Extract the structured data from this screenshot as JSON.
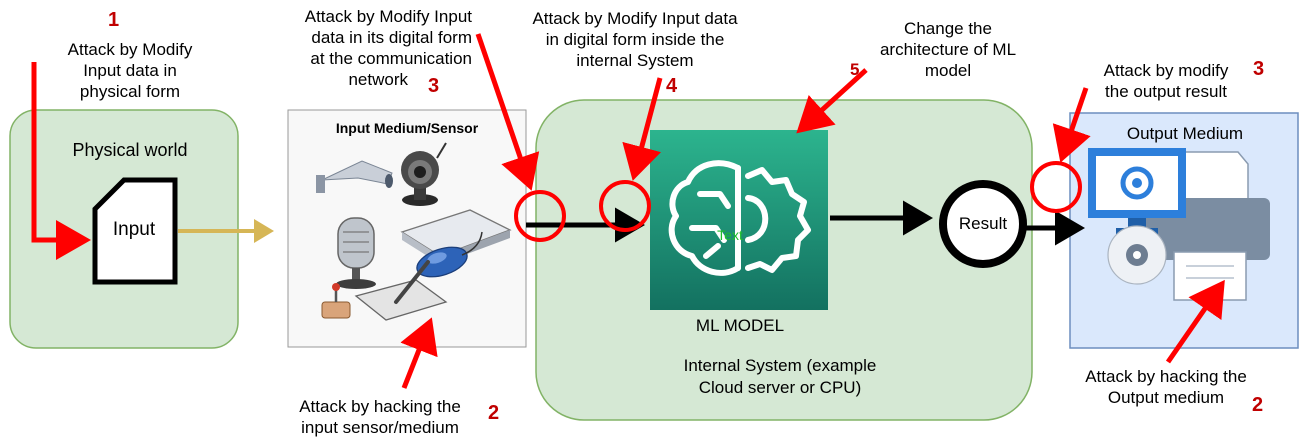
{
  "diagram": {
    "boxes": {
      "physical_world": "Physical world",
      "input": "Input",
      "input_medium": "Input Medium/Sensor",
      "ml_model": "ML MODEL",
      "ml_model_inner_text": "Text",
      "internal_system_line1": "Internal System (example",
      "internal_system_line2": "Cloud server or CPU)",
      "result": "Result",
      "output_medium": "Output Medium"
    },
    "attacks": {
      "a1": {
        "number": "1",
        "lines": [
          "Attack by Modify",
          "Input data in",
          "physical form"
        ]
      },
      "a2_input": {
        "number": "2",
        "lines": [
          "Attack by hacking the",
          "input sensor/medium"
        ]
      },
      "a3_network": {
        "number": "3",
        "lines": [
          "Attack by Modify Input",
          "data in its digital form",
          "at the communication",
          "network"
        ]
      },
      "a4": {
        "number": "4",
        "lines": [
          "Attack by Modify Input data",
          "in digital form inside the",
          "internal System"
        ]
      },
      "a5": {
        "number": "5",
        "lines": [
          "Change the",
          "architecture of ML",
          "model"
        ]
      },
      "a3_output": {
        "number": "3",
        "lines": [
          "Attack by modify",
          "the output result"
        ]
      },
      "a2_output": {
        "number": "2",
        "lines": [
          "Attack by hacking the",
          "Output medium"
        ]
      }
    },
    "colors": {
      "green_fill": "#d5e8d4",
      "green_stroke": "#82b366",
      "blue_fill": "#dae8fc",
      "blue_stroke": "#6c8ebf",
      "attack_red": "#ff0000",
      "number_red": "#c00000",
      "ml_teal": "#1a8a70",
      "flow_gold": "#d6b656"
    }
  }
}
